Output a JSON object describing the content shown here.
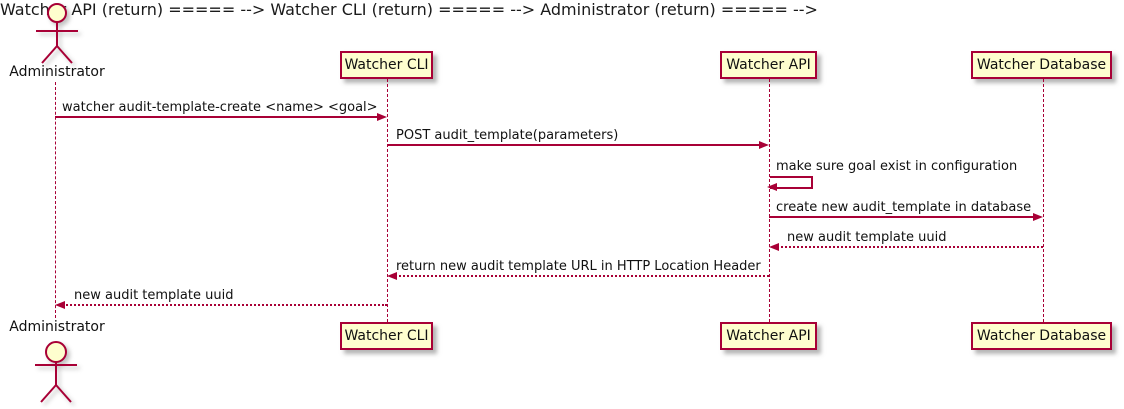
{
  "diagram_type": "uml-sequence",
  "colors": {
    "accent": "#A80036",
    "participant_fill": "#FEFECE",
    "text": "#111111",
    "background": "#FFFFFF"
  },
  "actor": {
    "name": "Administrator"
  },
  "participants": [
    {
      "label": "Watcher CLI"
    },
    {
      "label": "Watcher API"
    },
    {
      "label": "Watcher Database"
    }
  ],
  "messages": [
    {
      "from": "Administrator",
      "to": "Watcher CLI",
      "text": "watcher audit-template-create <name> <goal>",
      "line": "solid",
      "direction": "right"
    },
    {
      "from": "Watcher CLI",
      "to": "Watcher API",
      "text": "POST audit_template(parameters)",
      "line": "solid",
      "direction": "right"
    },
    {
      "from": "Watcher API",
      "to": "Watcher API",
      "text": "make sure goal exist in configuration",
      "line": "solid",
      "direction": "self"
    },
    {
      "from": "Watcher API",
      "to": "Watcher Database",
      "text": "create new audit_template in database",
      "line": "solid",
      "direction": "right"
    },
    {
      "from": "Watcher Database",
      "to": "Watcher API",
      "text": "new audit template uuid",
      "line": "dotted",
      "direction": "left"
    },
    {
      "from": "Watcher API",
      "to": "Watcher CLI",
      "text": "return new audit template URL in HTTP Location Header",
      "line": "dotted",
      "direction": "left"
    },
    {
      "from": "Watcher CLI",
      "to": "Administrator",
      "text": "new audit template uuid",
      "line": "dotted",
      "direction": "left"
    }
  ]
}
